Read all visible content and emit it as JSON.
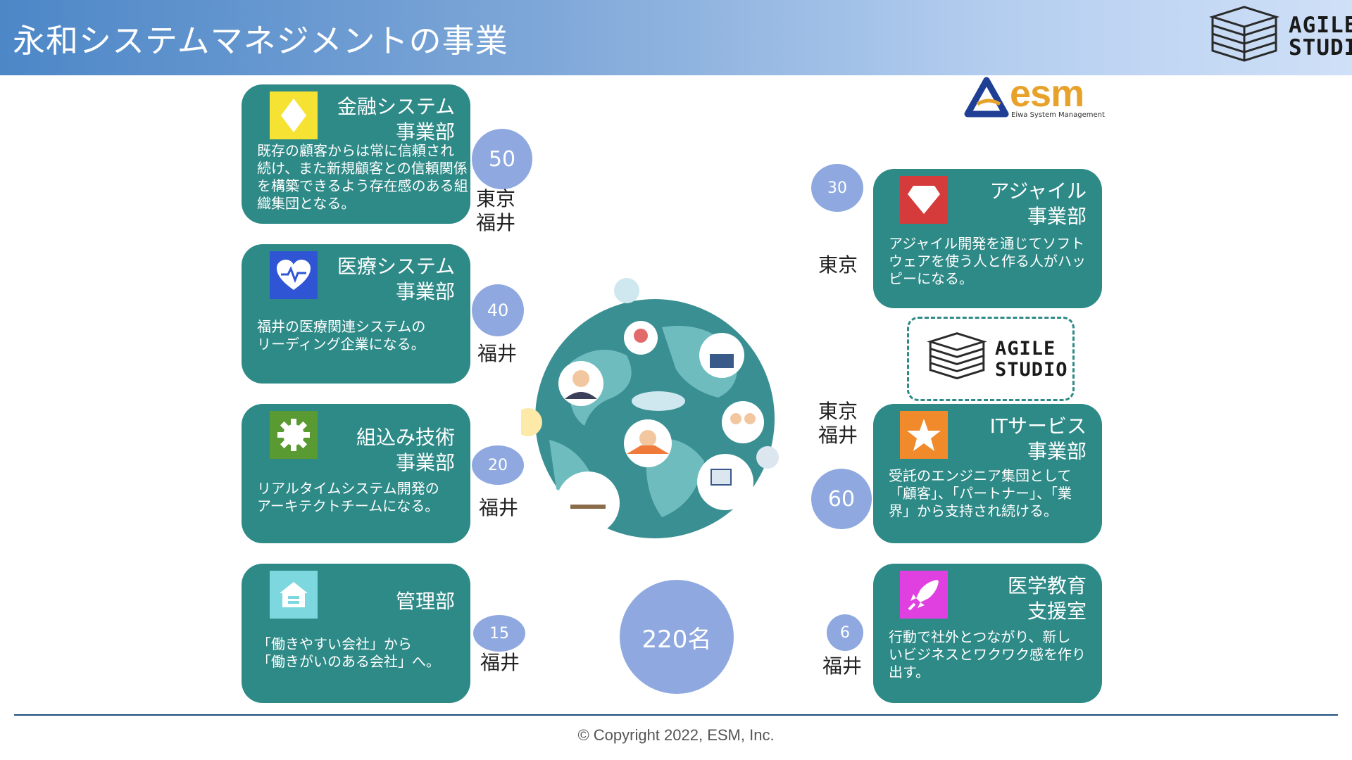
{
  "header": {
    "title": "永和システムマネジメントの事業"
  },
  "logo": {
    "line1": "AGILE",
    "line2": "STUDIO"
  },
  "esm": {
    "word": "esm",
    "sub": "Eiwa System Management"
  },
  "departments_left": [
    {
      "title": "金融システム\n事業部",
      "desc": "既存の顧客からは常に信頼され\n続け、また新規顧客との信頼関係\nを構築できるよう存在感のある組\n織集団となる。",
      "count": "50",
      "location": "東京\n福井",
      "icon": "diamond-icon",
      "icon_color": "#f5e233"
    },
    {
      "title": "医療システム\n事業部",
      "desc": "福井の医療関連システムの\nリーディング企業になる。",
      "count": "40",
      "location": "福井",
      "icon": "heart-pulse-icon",
      "icon_color": "#2f55d4"
    },
    {
      "title": "組込み技術\n事業部",
      "desc": "リアルタイムシステム開発の\nアーキテクトチームになる。",
      "count": "20",
      "location": "福井",
      "icon": "gear-icon",
      "icon_color": "#5a9a32"
    },
    {
      "title": "管理部",
      "desc": "「働きやすい会社」から\n「働きがいのある会社」へ。",
      "count": "15",
      "location": "福井",
      "icon": "house-icon",
      "icon_color": "#7dd7df"
    }
  ],
  "departments_right": [
    {
      "title": "アジャイル\n事業部",
      "desc": "アジャイル開発を通じてソフト\nウェアを使う人と作る人がハッ\nピーになる。",
      "count": "30",
      "location": "東京",
      "icon": "gem-icon",
      "icon_color": "#d63b3b"
    },
    {
      "title": "ITサービス\n事業部",
      "desc": "受託のエンジニア集団として\n「顧客」、「パートナー」、「業\n界」から支持され続ける。",
      "count": "60",
      "location": "東京\n福井",
      "icon": "star-icon",
      "icon_color": "#f08a2a"
    },
    {
      "title": "医学教育\n支援室",
      "desc": "行動で社外とつながり、新し\nいビジネスとワクワク感を作り\n出す。",
      "count": "6",
      "location": "福井",
      "icon": "rocket-icon",
      "icon_color": "#e040e0"
    }
  ],
  "total": "220名",
  "footer": {
    "copyright": "©  Copyright 2022, ESM, Inc."
  }
}
